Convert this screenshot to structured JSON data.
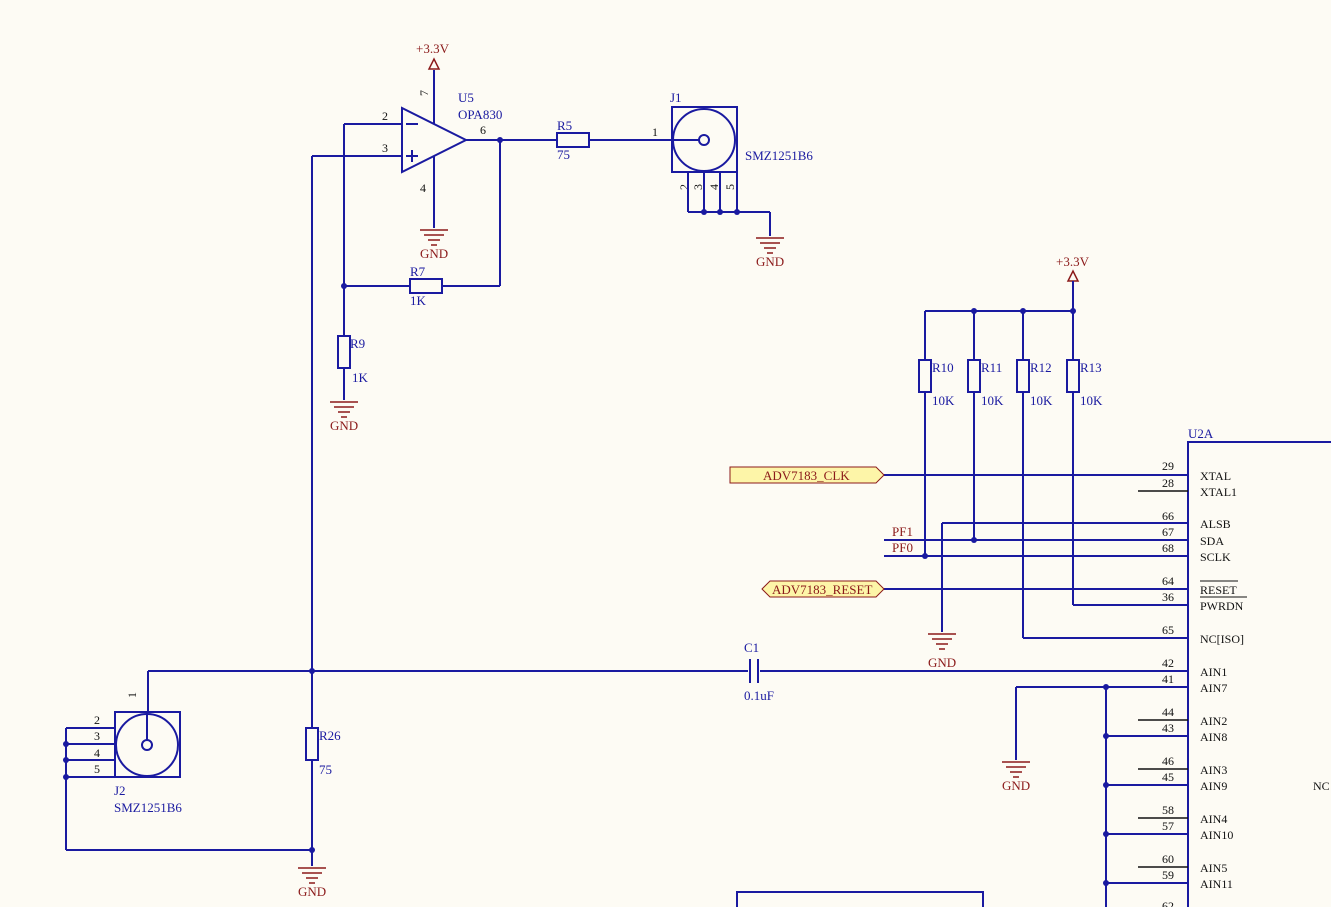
{
  "power": {
    "vcc_label": "+3.3V",
    "gnd_label": "GND"
  },
  "u5": {
    "ref": "U5",
    "value": "OPA830",
    "pins": {
      "inv": "2",
      "noninv": "3",
      "out": "6",
      "vplus": "7",
      "vminus": "4"
    }
  },
  "r5": {
    "ref": "R5",
    "value": "75"
  },
  "r7": {
    "ref": "R7",
    "value": "1K"
  },
  "r9": {
    "ref": "R9",
    "value": "1K"
  },
  "r26": {
    "ref": "R26",
    "value": "75"
  },
  "c1": {
    "ref": "C1",
    "value": "0.1uF"
  },
  "j1": {
    "ref": "J1",
    "value": "SMZ1251B6",
    "pins": [
      "1",
      "2",
      "3",
      "4",
      "5"
    ]
  },
  "j2": {
    "ref": "J2",
    "value": "SMZ1251B6",
    "pins": [
      "1",
      "2",
      "3",
      "4",
      "5"
    ]
  },
  "pullups": [
    {
      "ref": "R10",
      "value": "10K"
    },
    {
      "ref": "R11",
      "value": "10K"
    },
    {
      "ref": "R12",
      "value": "10K"
    },
    {
      "ref": "R13",
      "value": "10K"
    }
  ],
  "nets": {
    "clk": "ADV7183_CLK",
    "reset": "ADV7183_RESET",
    "pf1": "PF1",
    "pf0": "PF0"
  },
  "u2a": {
    "ref": "U2A",
    "nc_label": "NC",
    "pins": [
      {
        "num": "29",
        "name": "XTAL"
      },
      {
        "num": "28",
        "name": "XTAL1"
      },
      {
        "num": "66",
        "name": "ALSB"
      },
      {
        "num": "67",
        "name": "SDA"
      },
      {
        "num": "68",
        "name": "SCLK"
      },
      {
        "num": "64",
        "name": "RESET"
      },
      {
        "num": "36",
        "name": "PWRDN"
      },
      {
        "num": "65",
        "name": "NC[ISO]"
      },
      {
        "num": "42",
        "name": "AIN1"
      },
      {
        "num": "41",
        "name": "AIN7"
      },
      {
        "num": "44",
        "name": "AIN2"
      },
      {
        "num": "43",
        "name": "AIN8"
      },
      {
        "num": "46",
        "name": "AIN3"
      },
      {
        "num": "45",
        "name": "AIN9"
      },
      {
        "num": "58",
        "name": "AIN4"
      },
      {
        "num": "57",
        "name": "AIN10"
      },
      {
        "num": "60",
        "name": "AIN5"
      },
      {
        "num": "59",
        "name": "AIN11"
      },
      {
        "num": "62",
        "name": ""
      }
    ]
  }
}
